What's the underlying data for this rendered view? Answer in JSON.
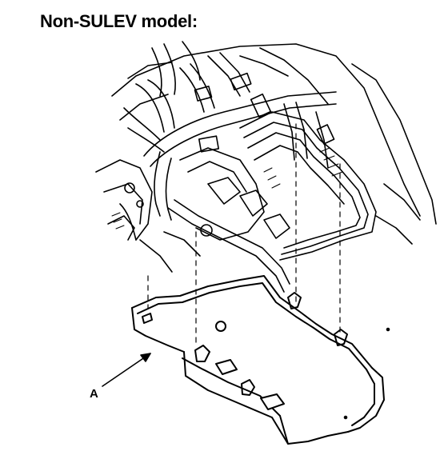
{
  "diagram": {
    "heading": "Non-SULEV model:",
    "callouts": [
      {
        "label": "A",
        "target": "splash-shield"
      }
    ]
  },
  "colors": {
    "ink": "#000000",
    "paper": "#ffffff"
  }
}
